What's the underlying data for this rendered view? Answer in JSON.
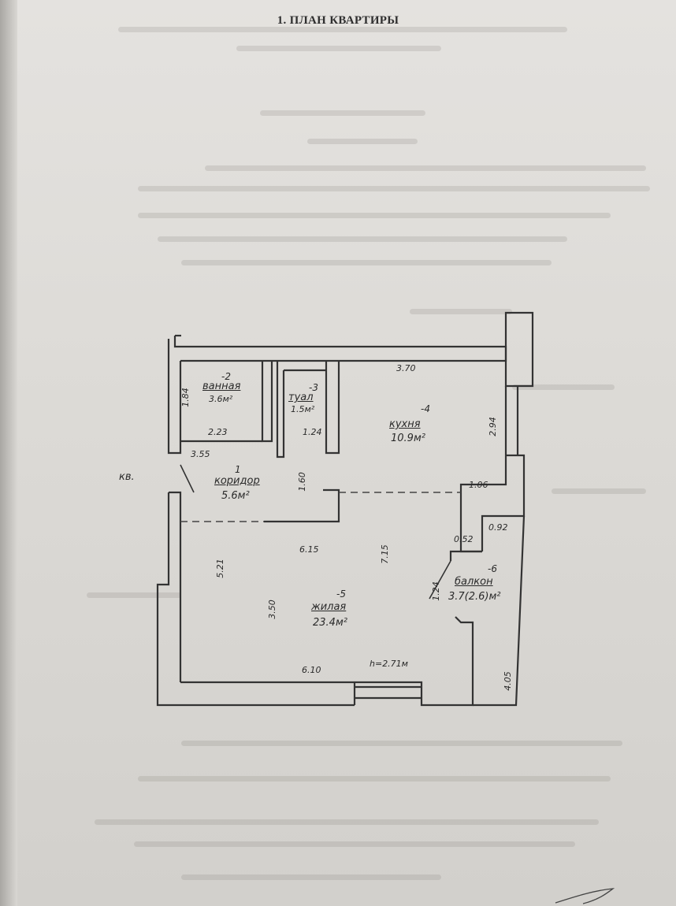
{
  "title": "1. ПЛАН КВАРТИРЫ",
  "rooms": [
    {
      "number": "-2",
      "name": "ванная",
      "area": "3.6м²"
    },
    {
      "number": "-3",
      "name": "туал",
      "area": "1.5м²"
    },
    {
      "number": "-4",
      "name": "кухня",
      "area": "10.9м²"
    },
    {
      "number": "1",
      "name": "коридор",
      "area": "5.6м²"
    },
    {
      "number": "-5",
      "name": "жилая",
      "area": "23.4м²"
    },
    {
      "number": "-6",
      "name": "балкон",
      "area": "3.7(2.6)м²"
    }
  ],
  "entrance_label": "кв.",
  "height_label": "h=2.71м",
  "dimensions": {
    "bath_h": "1.84",
    "bath_w": "2.23",
    "wc_w": "1.24",
    "hall_len": "3.55",
    "kitchen_w": "3.70",
    "kitchen_h": "2.94",
    "hall_w": "1.60",
    "kitchen_step": "1.06",
    "balcony_a": "0.92",
    "balcony_b": "0.52",
    "room_left": "5.21",
    "room_w_top": "6.15",
    "room_mid": "7.15",
    "room_inner": "3.50",
    "balcony_door": "1.24",
    "room_w_bottom": "6.10",
    "balcony_len": "4.05"
  }
}
